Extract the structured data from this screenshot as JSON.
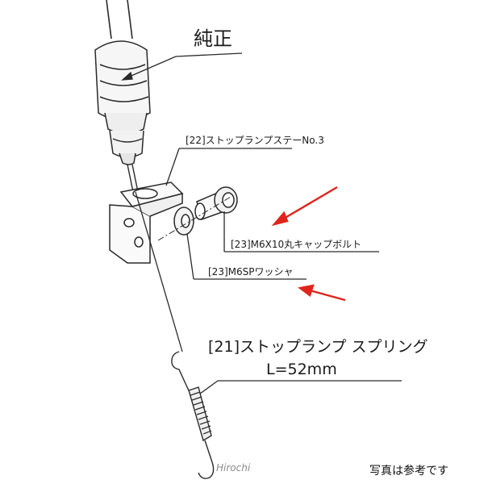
{
  "labels": {
    "genuine": "純正",
    "stay": "[22]ストップランプステーNo.3",
    "bolt": "[23]M6X10丸キャップボルト",
    "washer": "[23]M6SPワッシャ",
    "spring": "[21]ストップランプ スプリング",
    "spring_length": "L=52mm"
  },
  "watermark": "Hirochi",
  "footer_note": "写真は参考です",
  "colors": {
    "line": "#2a2a2a",
    "arrow": "#e0241b",
    "background": "#ffffff"
  }
}
